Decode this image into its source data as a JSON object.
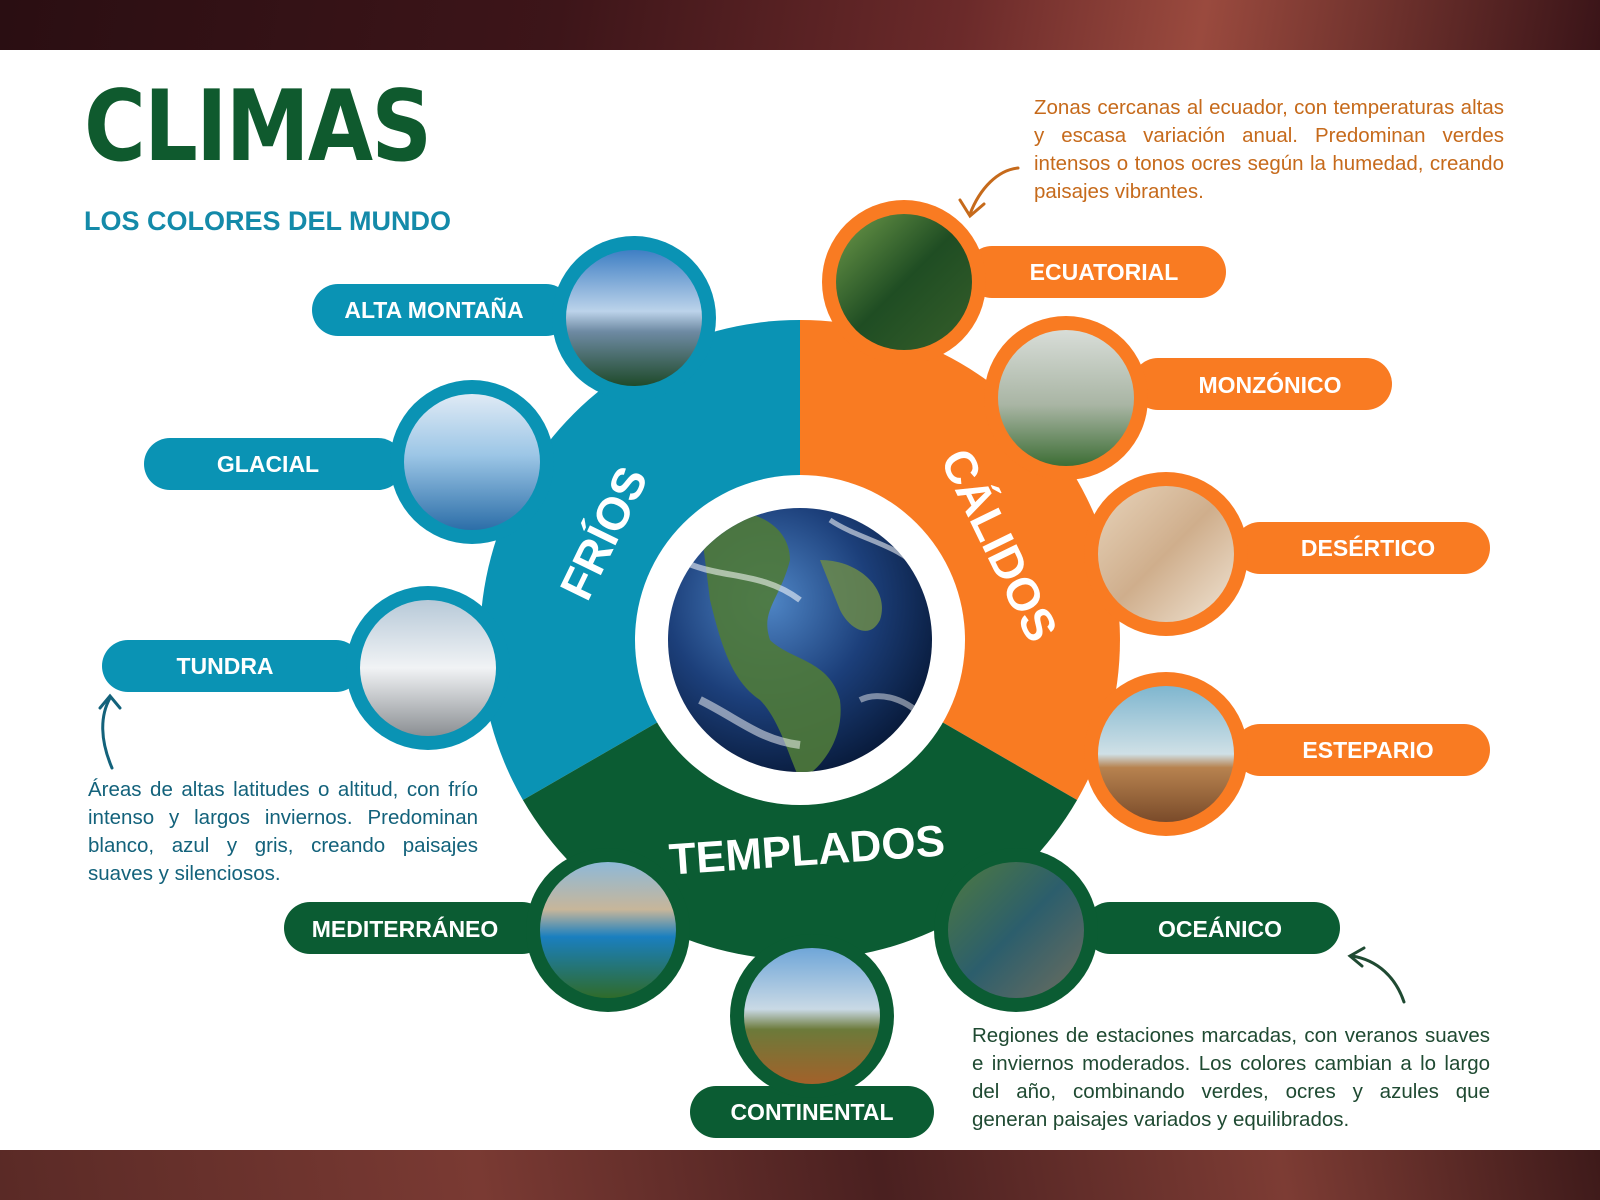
{
  "header": {
    "title": "CLIMAS",
    "subtitle": "LOS COLORES DEL MUNDO"
  },
  "colors": {
    "frios": "#0a93b4",
    "calidos": "#f97b22",
    "templados": "#0b5c33"
  },
  "segments": {
    "frios": "FRÍOS",
    "calidos": "CÁLIDOS",
    "templados": "TEMPLADOS"
  },
  "descriptions": {
    "calidos": "Zonas cercanas al ecuador, con temperaturas altas y escasa variación anual. Predominan verdes intensos o tonos ocres según la humedad, creando paisajes vibrantes.",
    "frios": "Áreas de altas latitudes o altitud, con frío intenso y largos inviernos. Predominan blanco, azul y gris, creando paisajes suaves y silenciosos.",
    "templados": "Regiones de estaciones marcadas, con veranos suaves e inviernos moderados. Los colores cambian a lo largo del año, combinando verdes, ocres y azules que generan paisajes variados y equilibrados."
  },
  "climates": {
    "alta_montana": "ALTA MONTAÑA",
    "glacial": "GLACIAL",
    "tundra": "TUNDRA",
    "ecuatorial": "ECUATORIAL",
    "monzonico": "MONZÓNICO",
    "desertico": "DESÉRTICO",
    "estepario": "ESTEPARIO",
    "mediterraneo": "MEDITERRÁNEO",
    "continental": "CONTINENTAL",
    "oceanico": "OCEÁNICO"
  }
}
